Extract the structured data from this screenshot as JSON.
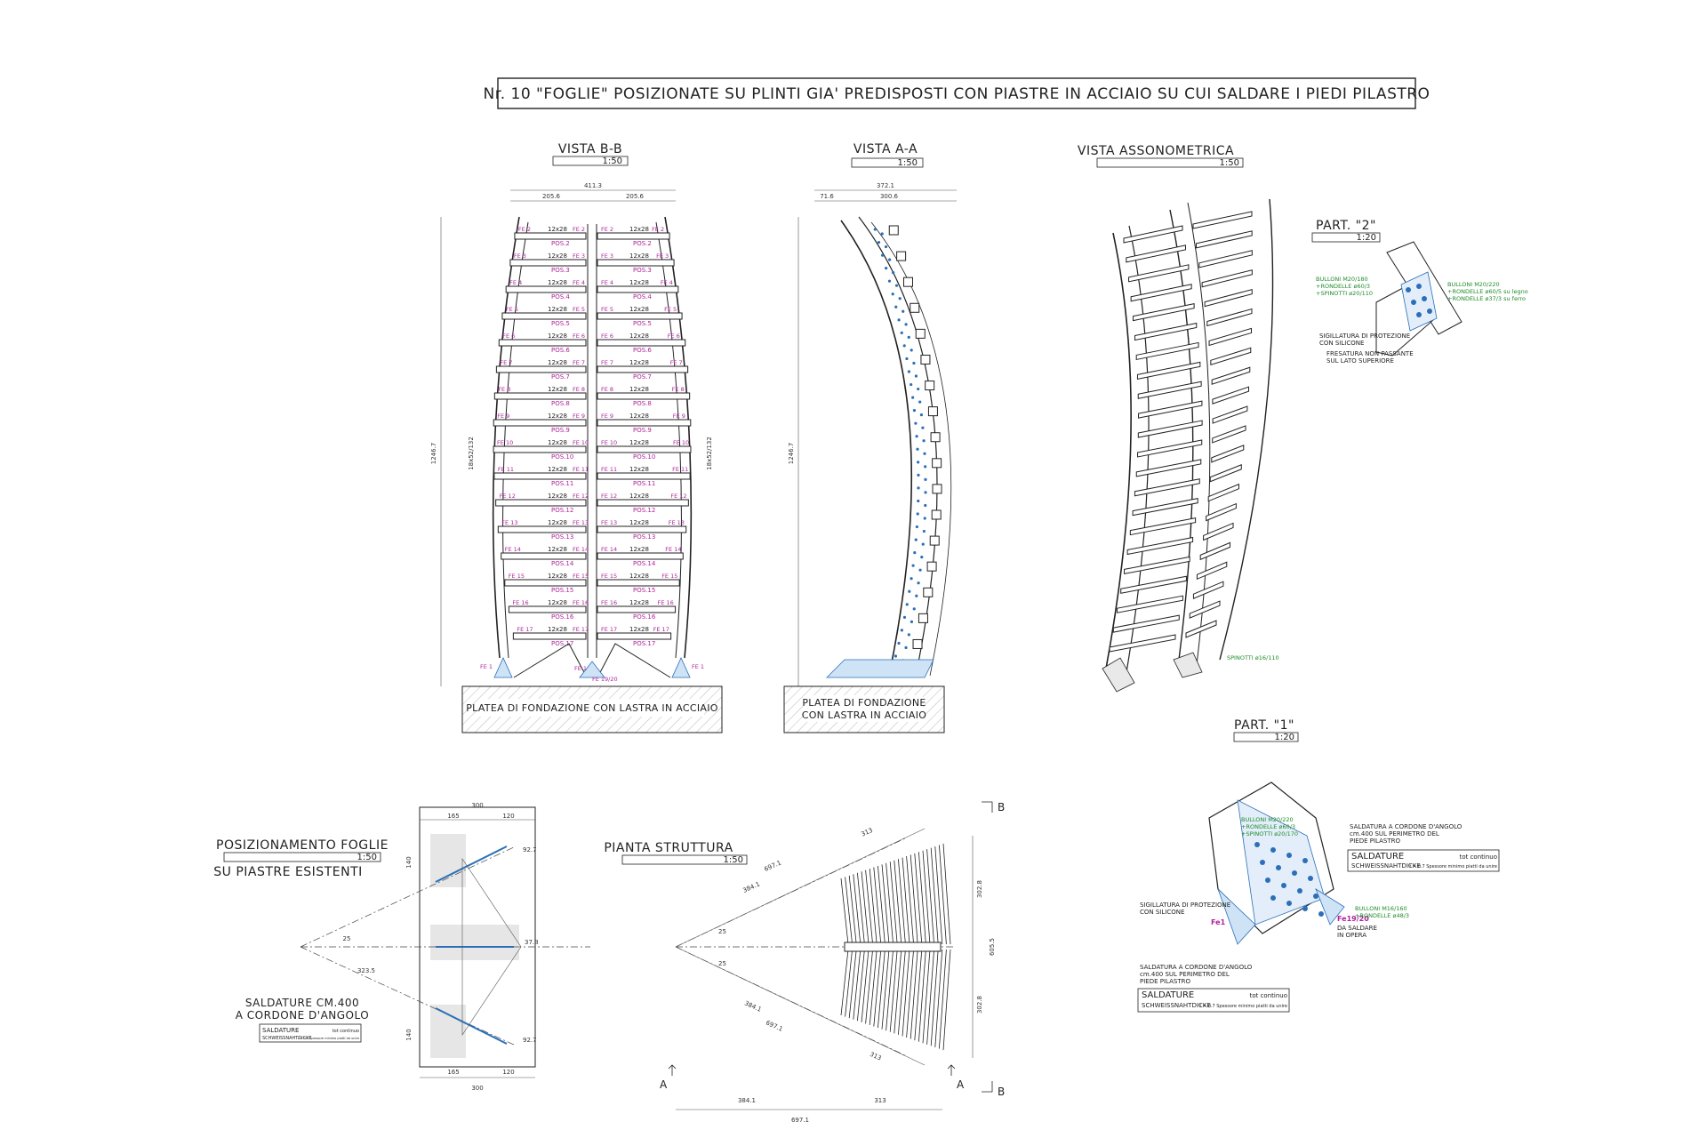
{
  "title": "Nr. 10 \"FOGLIE\" POSIZIONATE SU PLINTI GIA' PREDISPOSTI CON PIASTRE IN ACCIAIO SU CUI SALDARE I PIEDI PILASTRO",
  "views": {
    "bb": {
      "title": "VISTA B-B",
      "scale": "1:50",
      "dim_total": "411.3",
      "dim_left": "205.6",
      "dim_right": "205.6",
      "dim_height": "1246.7",
      "dim_side_left": "18x52/132",
      "dim_side_right": "18x52/132"
    },
    "aa": {
      "title": "VISTA A-A",
      "scale": "1:50",
      "dim_total": "372.1",
      "dim_a": "71.6",
      "dim_b": "300.6",
      "dim_height": "1246.7"
    },
    "axo": {
      "title": "VISTA ASSONOMETRICA",
      "scale": "1:50",
      "note": "SPINOTTI ø16/110"
    },
    "part2": {
      "title": "PART. \"2\"",
      "scale": "1:20",
      "note_left": [
        "BULLONI M20/180",
        "+RONDELLE ø60/3",
        "+SPINOTTI ø20/110"
      ],
      "note_right": [
        "BULLONI M20/220",
        "+RONDELLE ø60/5 su legno",
        "+RONDELLE ø37/3 su ferro"
      ],
      "note_seal": [
        "SIGILLATURA DI PROTEZIONE",
        "CON SILICONE"
      ],
      "note_mill": [
        "FRESATURA NON PASSANTE",
        "SUL LATO SUPERIORE"
      ]
    },
    "part1": {
      "title": "PART. \"1\"",
      "scale": "1:20",
      "note_bolts": [
        "BULLONI M20/220",
        "+RONDELLE ø60/3",
        "+SPINOTTI ø20/170"
      ],
      "note_weld_top": [
        "SALDATURA A CORDONE D'ANGOLO",
        "cm.400 SUL PERIMETRO DEL",
        "PIEDE PILASTRO"
      ],
      "note_seal": [
        "SIGILLATURA DI PROTEZIONE",
        "CON SILICONE"
      ],
      "label_fe1": "Fe1",
      "label_fe19": "Fe19/20",
      "note_site": [
        "DA SALDARE",
        "IN OPERA"
      ],
      "note_bolts2": [
        "BULLONI M16/160",
        "+RONDELLE ø48/3"
      ],
      "note_weld_bottom": [
        "SALDATURA A CORDONE D'ANGOLO",
        "cm.400 SUL PERIMETRO DEL",
        "PIEDE PILASTRO"
      ],
      "weld_box": {
        "title": "SALDATURE",
        "sub": "SCHWEISSNAHTDICKE",
        "right_top": "tot continuo",
        "right_bottom": "t = 0.7 Spessore minimo piatti da unire"
      }
    },
    "pos": {
      "title": "POSIZIONAMENTO FOGLIE",
      "scale": "1:50",
      "subtitle": "SU PIASTRE ESISTENTI",
      "weld_note": [
        "SALDATURE CM.400",
        "A CORDONE D'ANGOLO"
      ],
      "weld_box": {
        "title": "SALDATURE",
        "sub": "SCHWEISSNAHTDICKE",
        "right_top": "tot continuo",
        "right_bottom": "t = 0.7 Spessore minimo piatti da unire"
      },
      "dims": {
        "top_total": "300",
        "top_a": "165",
        "top_b": "120",
        "bottom_total": "300",
        "bottom_a": "165",
        "bottom_b": "120",
        "left_a": "140",
        "left_b": "140",
        "len_a": "323.5",
        "ang": "25",
        "r1": "92.7",
        "r2": "92.7",
        "mid": "37.8"
      }
    },
    "plan": {
      "title": "PIANTA STRUTTURA",
      "scale": "1:50",
      "dims": {
        "d1": "697.1",
        "d2": "313",
        "d3": "384.1",
        "d4": "384.1",
        "d5": "697.1",
        "d6": "313",
        "bottom_a": "384.1",
        "bottom_b": "313",
        "bottom_total": "697.1",
        "right_a": "302.8",
        "right_b": "302.8",
        "right_total": "605.5",
        "ang1": "25",
        "ang2": "25"
      },
      "markers": {
        "a1": "A",
        "a2": "A",
        "b1": "B",
        "b2": "B"
      }
    }
  },
  "foundation_label_bb": "PLATEA DI FONDAZIONE CON LASTRA IN ACCIAIO",
  "foundation_label_aa": [
    "PLATEA DI FONDAZIONE",
    "CON LASTRA IN ACCIAIO"
  ],
  "rafter_profile": "12x28",
  "rafters": [
    {
      "pos": "POS.2",
      "fe": "FE 2"
    },
    {
      "pos": "POS.3",
      "fe": "FE 3"
    },
    {
      "pos": "POS.4",
      "fe": "FE 4"
    },
    {
      "pos": "POS.5",
      "fe": "FE 5"
    },
    {
      "pos": "POS.6",
      "fe": "FE 6"
    },
    {
      "pos": "POS.7",
      "fe": "FE 7"
    },
    {
      "pos": "POS.8",
      "fe": "FE 8"
    },
    {
      "pos": "POS.9",
      "fe": "FE 9"
    },
    {
      "pos": "POS.10",
      "fe": "FE 10"
    },
    {
      "pos": "POS.11",
      "fe": "FE 11"
    },
    {
      "pos": "POS.12",
      "fe": "FE 12"
    },
    {
      "pos": "POS.13",
      "fe": "FE 13"
    },
    {
      "pos": "POS.14",
      "fe": "FE 14"
    },
    {
      "pos": "POS.15",
      "fe": "FE 15"
    },
    {
      "pos": "POS.16",
      "fe": "FE 16"
    },
    {
      "pos": "POS.17",
      "fe": "FE 17"
    }
  ],
  "base_labels": {
    "fe1_left": "FE 1",
    "fe1_right": "FE 1",
    "fe19": "FE 19/20",
    "fe1_mid": "FE 1"
  }
}
